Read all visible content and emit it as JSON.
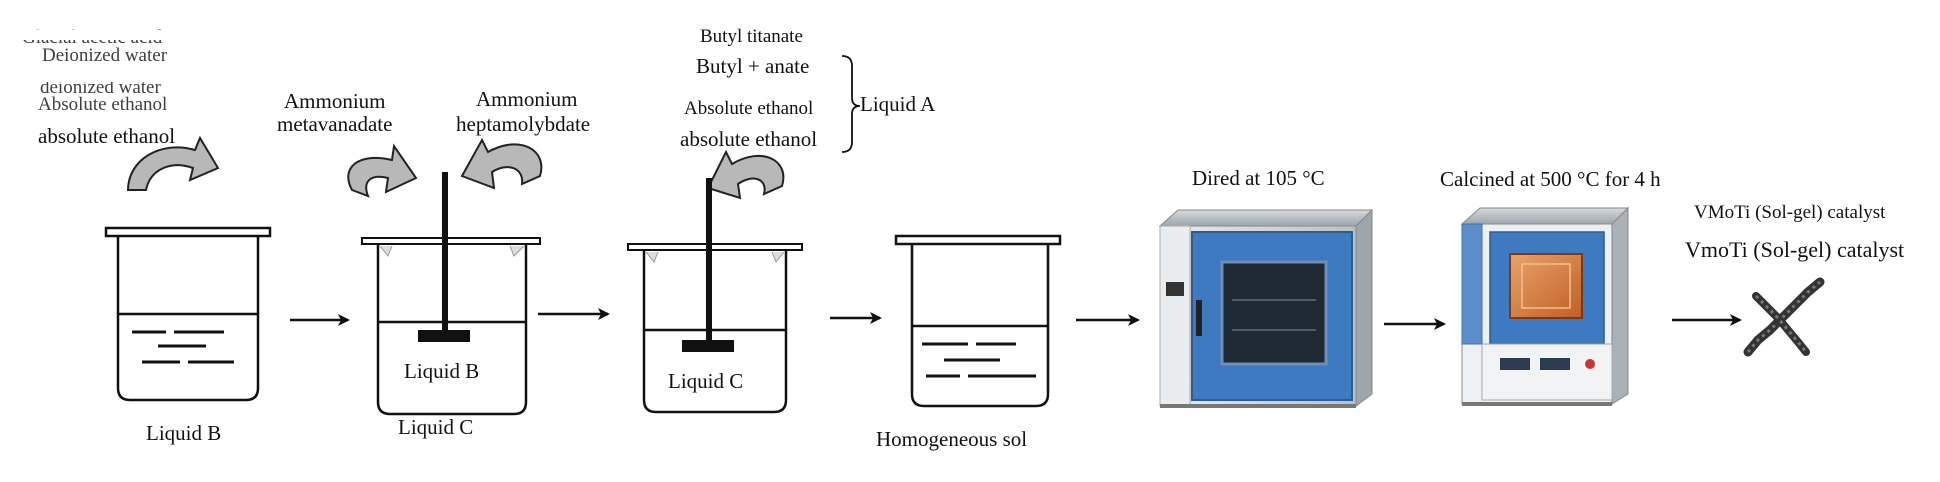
{
  "diagram": {
    "title": "VMoTi sol-gel catalyst preparation flow",
    "step1": {
      "reagents_faded": [
        "Glacial acetic acid",
        "Deionized water",
        "deionized water",
        "Absolute ethanol"
      ],
      "reagent_main": "absolute ethanol",
      "beaker_label": "Liquid B"
    },
    "step2": {
      "reagent_left": [
        "Ammonium",
        "metavanadate"
      ],
      "reagent_right": [
        "Ammonium",
        "heptamolybdate"
      ],
      "inner_label": "Liquid B",
      "beaker_label": "Liquid C"
    },
    "step3": {
      "reagents": [
        "Butyl titanate",
        "Butyl + anate",
        "Absolute ethanol",
        "absolute ethanol"
      ],
      "brace_label": "Liquid A",
      "inner_label": "Liquid C"
    },
    "step4": {
      "beaker_label": "Homogeneous sol"
    },
    "step5": {
      "label": "Dired at 105 °C"
    },
    "step6": {
      "label": "Calcined at 500 °C for 4 h"
    },
    "product": {
      "label_small": "VMoTi (Sol-gel) catalyst",
      "label": "VmoTi (Sol-gel) catalyst"
    },
    "colors": {
      "ink": "#111111",
      "arrow_fill": "#b8b8b8",
      "oven_blue": "#3f79bf",
      "furnace_chamber": "#d9773a"
    }
  }
}
